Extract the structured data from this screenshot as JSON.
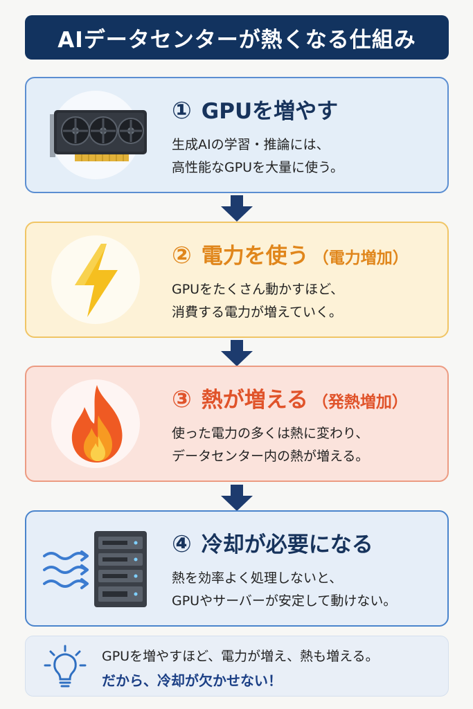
{
  "title": "AIデータセンターが熱くなる仕組み",
  "steps": [
    {
      "number": "①",
      "heading": "GPUを増やす",
      "heading_sub": "",
      "lines": [
        "生成AIの学習・推論には、",
        "高性能なGPUを大量に使う。"
      ],
      "icon": "gpu-card-icon",
      "accent": "#17335c"
    },
    {
      "number": "②",
      "heading": "電力を使う",
      "heading_sub": "（電力増加）",
      "lines": [
        "GPUをたくさん動かすほど、",
        "消費する電力が増えていく。"
      ],
      "icon": "lightning-icon",
      "accent": "#e0861b"
    },
    {
      "number": "③",
      "heading": "熱が増える",
      "heading_sub": "（発熱増加）",
      "lines": [
        "使った電力の多くは熱に変わり、",
        "データセンター内の熱が増える。"
      ],
      "icon": "flame-icon",
      "accent": "#e0532a"
    },
    {
      "number": "④",
      "heading": "冷却が必要になる",
      "heading_sub": "",
      "lines": [
        "熱を効率よく処理しないと、",
        "GPUやサーバーが安定して動けない。"
      ],
      "icon": "server-cooling-icon",
      "accent": "#17335c"
    }
  ],
  "summary": {
    "line1": "GPUを増やすほど、電力が増え、熱も増える。",
    "line2": "だから、冷却が欠かせない！",
    "icon": "lightbulb-icon"
  },
  "colors": {
    "navy": "#12335f",
    "arrow": "#1d3b6e",
    "orange": "#e0861b",
    "red": "#e0532a"
  }
}
